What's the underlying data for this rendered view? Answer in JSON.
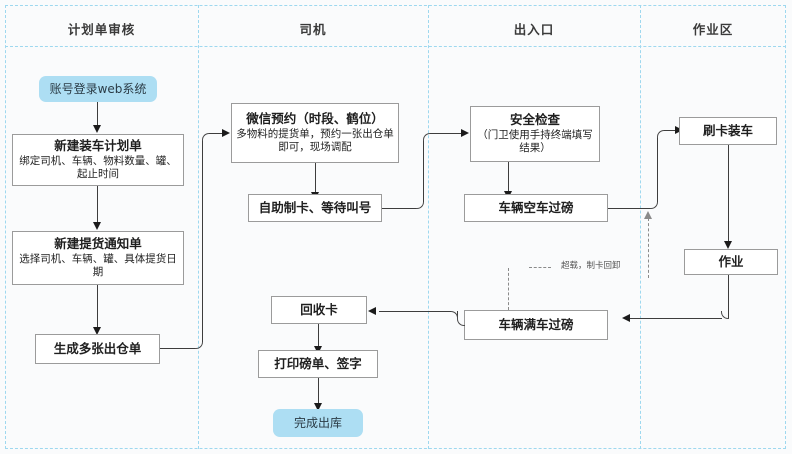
{
  "diagram": {
    "title_lanes": [
      {
        "id": "plan-review",
        "label": "计划单审核"
      },
      {
        "id": "driver",
        "label": "司机"
      },
      {
        "id": "gate",
        "label": "出入口"
      },
      {
        "id": "work-zone",
        "label": "作业区"
      }
    ],
    "nodes": {
      "login": {
        "title": "账号登录web系统",
        "sub": "",
        "type": "terminator"
      },
      "new_plan": {
        "title": "新建装车计划单",
        "sub": "绑定司机、车辆、物料数量、罐、起止时间",
        "type": "process"
      },
      "new_notice": {
        "title": "新建提货通知单",
        "sub": "选择司机、车辆、罐、具体提货日期",
        "type": "process"
      },
      "gen_orders": {
        "title": "生成多张出仓单",
        "sub": "",
        "type": "process"
      },
      "wechat": {
        "title": "微信预约（时段、鹤位）",
        "sub": "多物料的提货单，预约一张出仓单即可，现场调配",
        "type": "process"
      },
      "self_card": {
        "title": "自助制卡、等待叫号",
        "sub": "",
        "type": "process"
      },
      "recycle_card": {
        "title": "回收卡",
        "sub": "",
        "type": "process"
      },
      "print_ticket": {
        "title": "打印磅单、签字",
        "sub": "",
        "type": "process"
      },
      "finish": {
        "title": "完成出库",
        "sub": "",
        "type": "terminator"
      },
      "safety": {
        "title": "安全检查",
        "sub": "（门卫使用手持终端填写结果）",
        "type": "process"
      },
      "empty_weigh": {
        "title": "车辆空车过磅",
        "sub": "",
        "type": "process"
      },
      "full_weigh": {
        "title": "车辆满车过磅",
        "sub": "",
        "type": "process"
      },
      "swipe_load": {
        "title": "刷卡装车",
        "sub": "",
        "type": "process"
      },
      "operation": {
        "title": "作业",
        "sub": "",
        "type": "process"
      }
    },
    "edge_labels": {
      "overload": "超载，制卡回卸"
    },
    "colors": {
      "lane_border": "#9ed8ef",
      "node_border": "#9b9b9b",
      "terminator_fill": "#addef3",
      "connector": "#3d3d3d",
      "canvas_bg": "#fafbfc"
    }
  }
}
